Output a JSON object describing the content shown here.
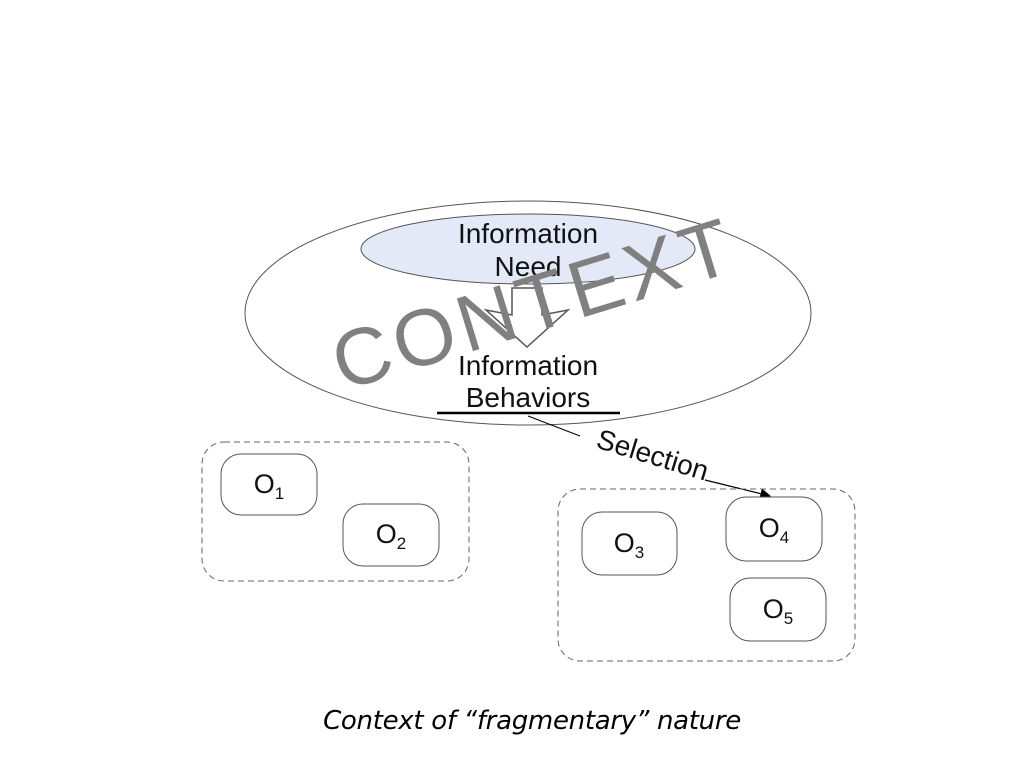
{
  "diagram": {
    "context_label": "CONTEXT",
    "need_line1": "Information",
    "need_line2": "Need",
    "behaviors_line1": "Information",
    "behaviors_line2": "Behaviors",
    "selection_label": "Selection",
    "objects": [
      {
        "base": "O",
        "sub": "1"
      },
      {
        "base": "O",
        "sub": "2"
      },
      {
        "base": "O",
        "sub": "3"
      },
      {
        "base": "O",
        "sub": "4"
      },
      {
        "base": "O",
        "sub": "5"
      }
    ]
  },
  "caption": "Context of “fragmentary” nature",
  "colors": {
    "need_fill": "#e3e9f6",
    "context_text": "#808080",
    "stroke": "#444444"
  }
}
